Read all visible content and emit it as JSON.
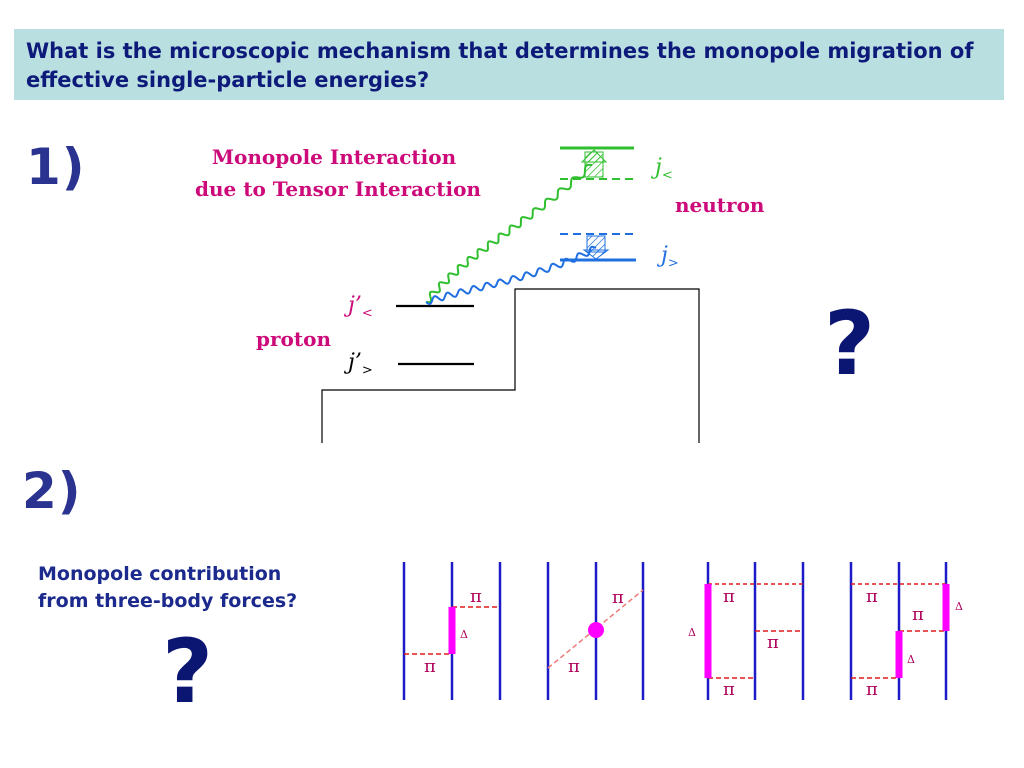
{
  "header": {
    "question": "What is the microscopic mechanism that determines the monopole migration of effective single-particle energies?"
  },
  "section1": {
    "number": "1)",
    "title_line1": "Monopole Interaction",
    "title_line2": "due to Tensor Interaction",
    "neutron_label": "neutron",
    "proton_label": "proton",
    "j_upper": "j",
    "j_upper_sub": "<",
    "j_lower": "j",
    "j_lower_sub": ">",
    "jp_upper": "j’",
    "jp_upper_sub": "<",
    "jp_lower": "j’",
    "jp_lower_sub": ">",
    "question_mark": "?"
  },
  "section2": {
    "number": "2)",
    "text_line1": "Monopole contribution",
    "text_line2": "from three-body forces?",
    "question_mark": "?",
    "pi": "π",
    "delta": "Δ"
  },
  "colors": {
    "header_bg": "#b9dfe0",
    "header_text": "#0d1a7a",
    "magenta": "#cc0a7a",
    "green": "#2fbf2f",
    "blue": "#1f6fe0",
    "diagram_blue": "#1b1bc8",
    "delta_magenta": "#ff00ff",
    "pion_red": "#e01a1a"
  }
}
